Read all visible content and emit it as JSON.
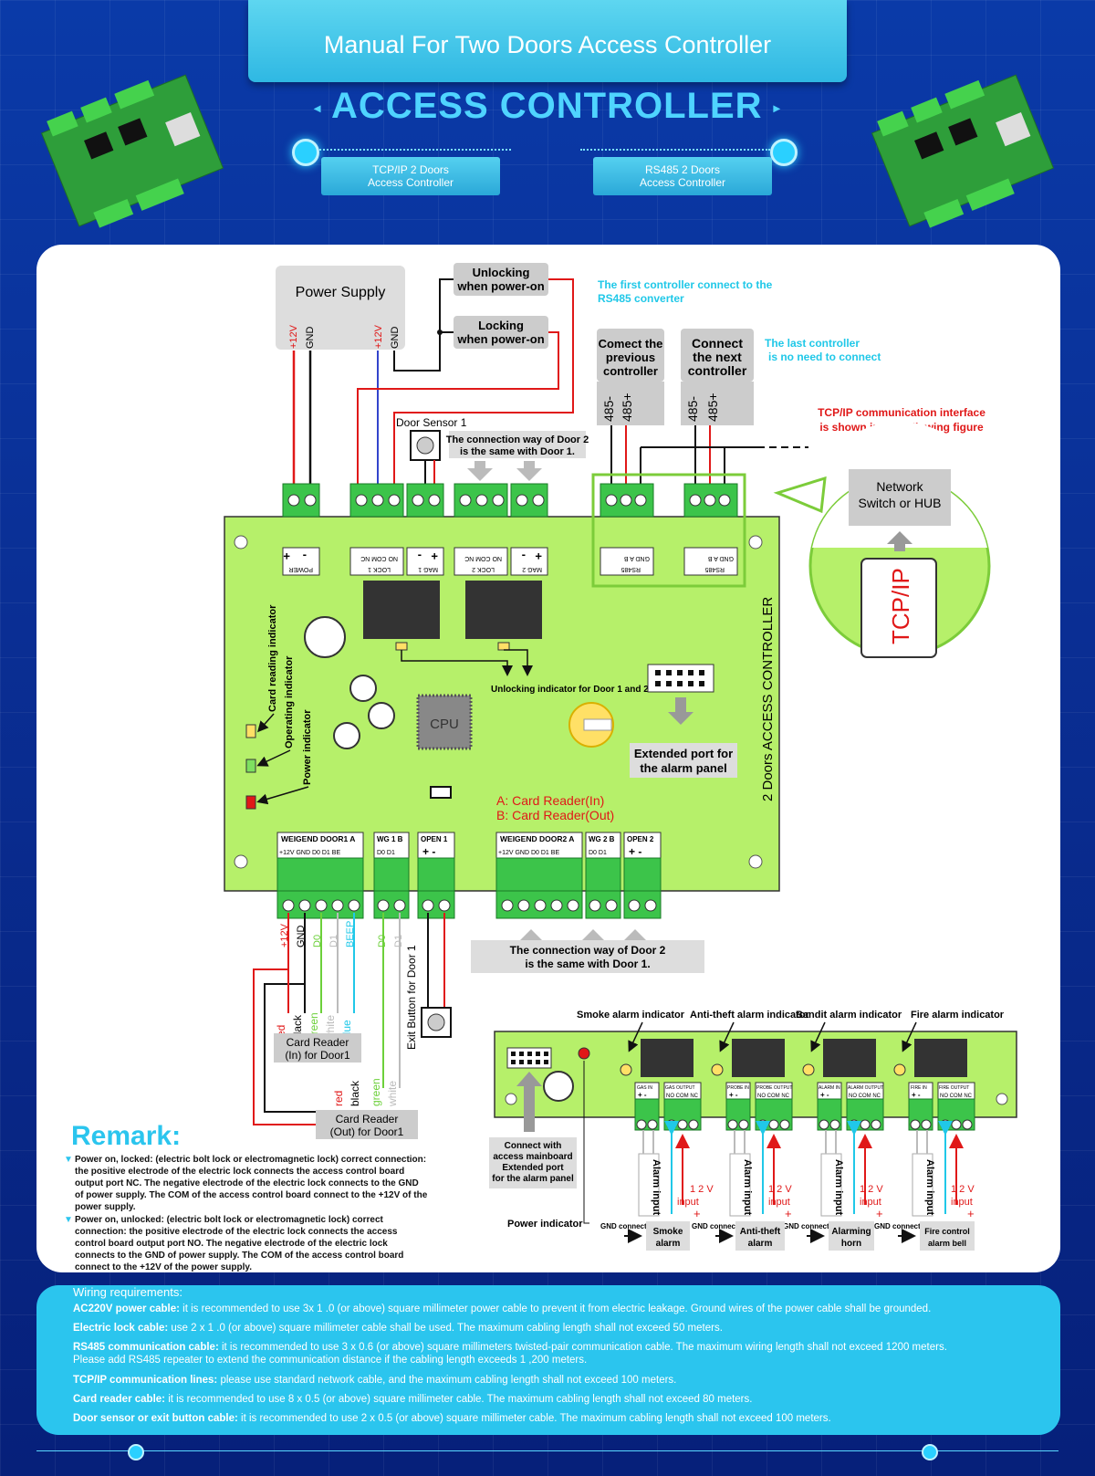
{
  "header": {
    "title": "Manual For Two Doors Access Controller",
    "heading": "ACCESS CONTROLLER",
    "tab_left_1": "TCP/IP   2   Doors",
    "tab_left_2": "Access Controller",
    "tab_right_1": "RS485   2   Doors",
    "tab_right_2": "Access Controller"
  },
  "diagram": {
    "power_supply": "Power Supply",
    "plus12v": "+12V",
    "gnd": "GND",
    "unlocking_1": "Unlocking",
    "unlocking_2": "when power-on",
    "locking_1": "Locking",
    "locking_2": "when power-on",
    "door_sensor": "Door Sensor 1",
    "door2_note_1": "The connection way of Door 2",
    "door2_note_2": "is the same with Door 1.",
    "first_controller_1": "The first controller connect to the",
    "first_controller_2": "RS485 converter",
    "connect_prev_1": "Comect the",
    "connect_prev_2": "previous",
    "connect_prev_3": "controller",
    "connect_next_1": "Connect",
    "connect_next_2": "the next",
    "connect_next_3": "controller",
    "last_controller_1": "The last controller",
    "last_controller_2": "is no need to connect",
    "p485_minus": "485-",
    "p485_plus": "485+",
    "tcpip_note_1": "TCP/IP communication interface",
    "tcpip_note_2": "is shown in the following figure",
    "network_switch_1": "Network",
    "network_switch_2": "Switch or HUB",
    "tcpip": "TCP/IP",
    "power_label": "POWER",
    "lock1": "LOCK 1",
    "mag1": "MAG 1",
    "lock2": "LOCK 2",
    "mag2": "MAG 2",
    "rs485": "RS485",
    "board_title": "2 Doors ACCESS CONTROLLER",
    "card_reading_ind": "Card reading indicator",
    "operating_ind": "Operating indicator",
    "power_ind": "Power indicator",
    "cpu": "CPU",
    "unlocking_ind": "Unlocking indicator for Door 1 and 2",
    "ext_port_1": "Extended port for",
    "ext_port_2": "the alarm panel",
    "card_reader_a": "A:  Card Reader(In)",
    "card_reader_b": "B:  Card Reader(Out)",
    "weigend1": "WEIGEND DOOR1  A",
    "wg1b": "WG 1 B",
    "open1": "OPEN 1",
    "weigend2": "WEIGEND DOOR2  A",
    "wg2b": "WG 2 B",
    "open2": "OPEN 2",
    "pin_12v": "+12V",
    "pin_gnd": "GND",
    "pin_d0": "D0",
    "pin_d1": "D1",
    "pin_be": "BE",
    "pin_beep": "BEEP",
    "exit_button": "Exit Button for Door 1",
    "door2_bottom_1": "The connection way of Door 2",
    "door2_bottom_2": "is the same with Door 1.",
    "wire_red": "red",
    "wire_black": "black",
    "wire_green": "green",
    "wire_white": "white",
    "wire_blue": "blue",
    "reader_in_1": "Card Reader",
    "reader_in_2": "(In) for Door1",
    "reader_out_1": "Card Reader",
    "reader_out_2": "(Out) for Door1",
    "smoke_ind": "Smoke alarm indicator",
    "antitheft_ind": "Anti-theft alarm indicator",
    "bandit_ind": "Bandit alarm indicator",
    "fire_ind": "Fire alarm indicator",
    "connect_main_1": "Connect with",
    "connect_main_2": "access mainboard",
    "connect_main_3": "Extended port",
    "connect_main_4": "for the alarm panel",
    "alarm_power_ind": "Power indicator",
    "gas_in": "GAS IN",
    "gas_out": "GAS OUTPUT",
    "probe_in": "PROBE IN",
    "probe_out": "PROBE OUTPUT",
    "alarm_in": "ALARM IN",
    "alarm_out": "ALARM OUTPUT",
    "fire_in": "FIRE IN",
    "fire_out": "FIRE OUTPUT",
    "alarm_input": "Alarm input",
    "v12_1": "1 2 V",
    "v12_2": "input",
    "gnd_connection": "GND connection",
    "smoke_1": "Smoke",
    "smoke_2": "alarm",
    "antitheft_1": "Anti-theft",
    "antitheft_2": "alarm",
    "alarming_1": "Alarming",
    "alarming_2": "horn",
    "fire_1": "Fire control",
    "fire_2": "alarm bell"
  },
  "remark": {
    "title": "Remark:",
    "para1": "Power on, locked: (electric bolt lock or electromagnetic lock) correct connection: the positive electrode of the electric lock connects the access control board output port NC. The negative electrode of the electric lock connects to the GND of power supply. The COM of the  access control board connect to the +12V of the power supply.",
    "para2": "Power on, unlocked: (electric bolt lock or electromagnetic lock) correct connection: the positive electrode of the electric lock connects the access control board output port NO. The negative electrode of the electric lock connects to the GND of power supply. The COM of the  access control board connect to the +12V of the power supply."
  },
  "wiring": {
    "heading": "Wiring requirements:",
    "ac_label": "AC220V power cable:",
    "ac_text": " it is recommended to use 3x 1 .0 (or above) square millimeter power cable to prevent it from electric leakage. Ground wires of the power cable shall be grounded.",
    "lock_label": "Electric lock cable:",
    "lock_text": " use 2 x 1 .0 (or above) square millimeter cable shall be used. The maximum cabling length shall not exceed 50 meters.",
    "rs485_label": "RS485 communication cable:",
    "rs485_text": " it is recommended to use 3 x 0.6 (or above) square millimeters twisted-pair communication cable. The maximum wiring length shall not exceed 1200 meters.",
    "rs485_text2": "Please add RS485 repeater to extend the communication distance if the cabling length exceeds 1 ,200 meters.",
    "tcp_label": "TCP/IP communication lines:",
    "tcp_text": " please use standard network cable, and the maximum cabling length shall not exceed 100 meters.",
    "card_label": "Card reader cable:",
    "card_text": " it is recommended to use 8 x 0.5 (or above) square millimeter cable. The maximum cabling length shall not exceed 80 meters.",
    "door_label": "Door sensor or exit button cable:",
    "door_text": " it is recommended to use 2 x 0.5 (or above) square millimeter cable. The maximum cabling length shall not exceed 100 meters."
  },
  "colors": {
    "board": "#b6f06a",
    "terminal": "#3cc44a",
    "accent": "#2bc5ee",
    "red_text": "#e01818"
  }
}
